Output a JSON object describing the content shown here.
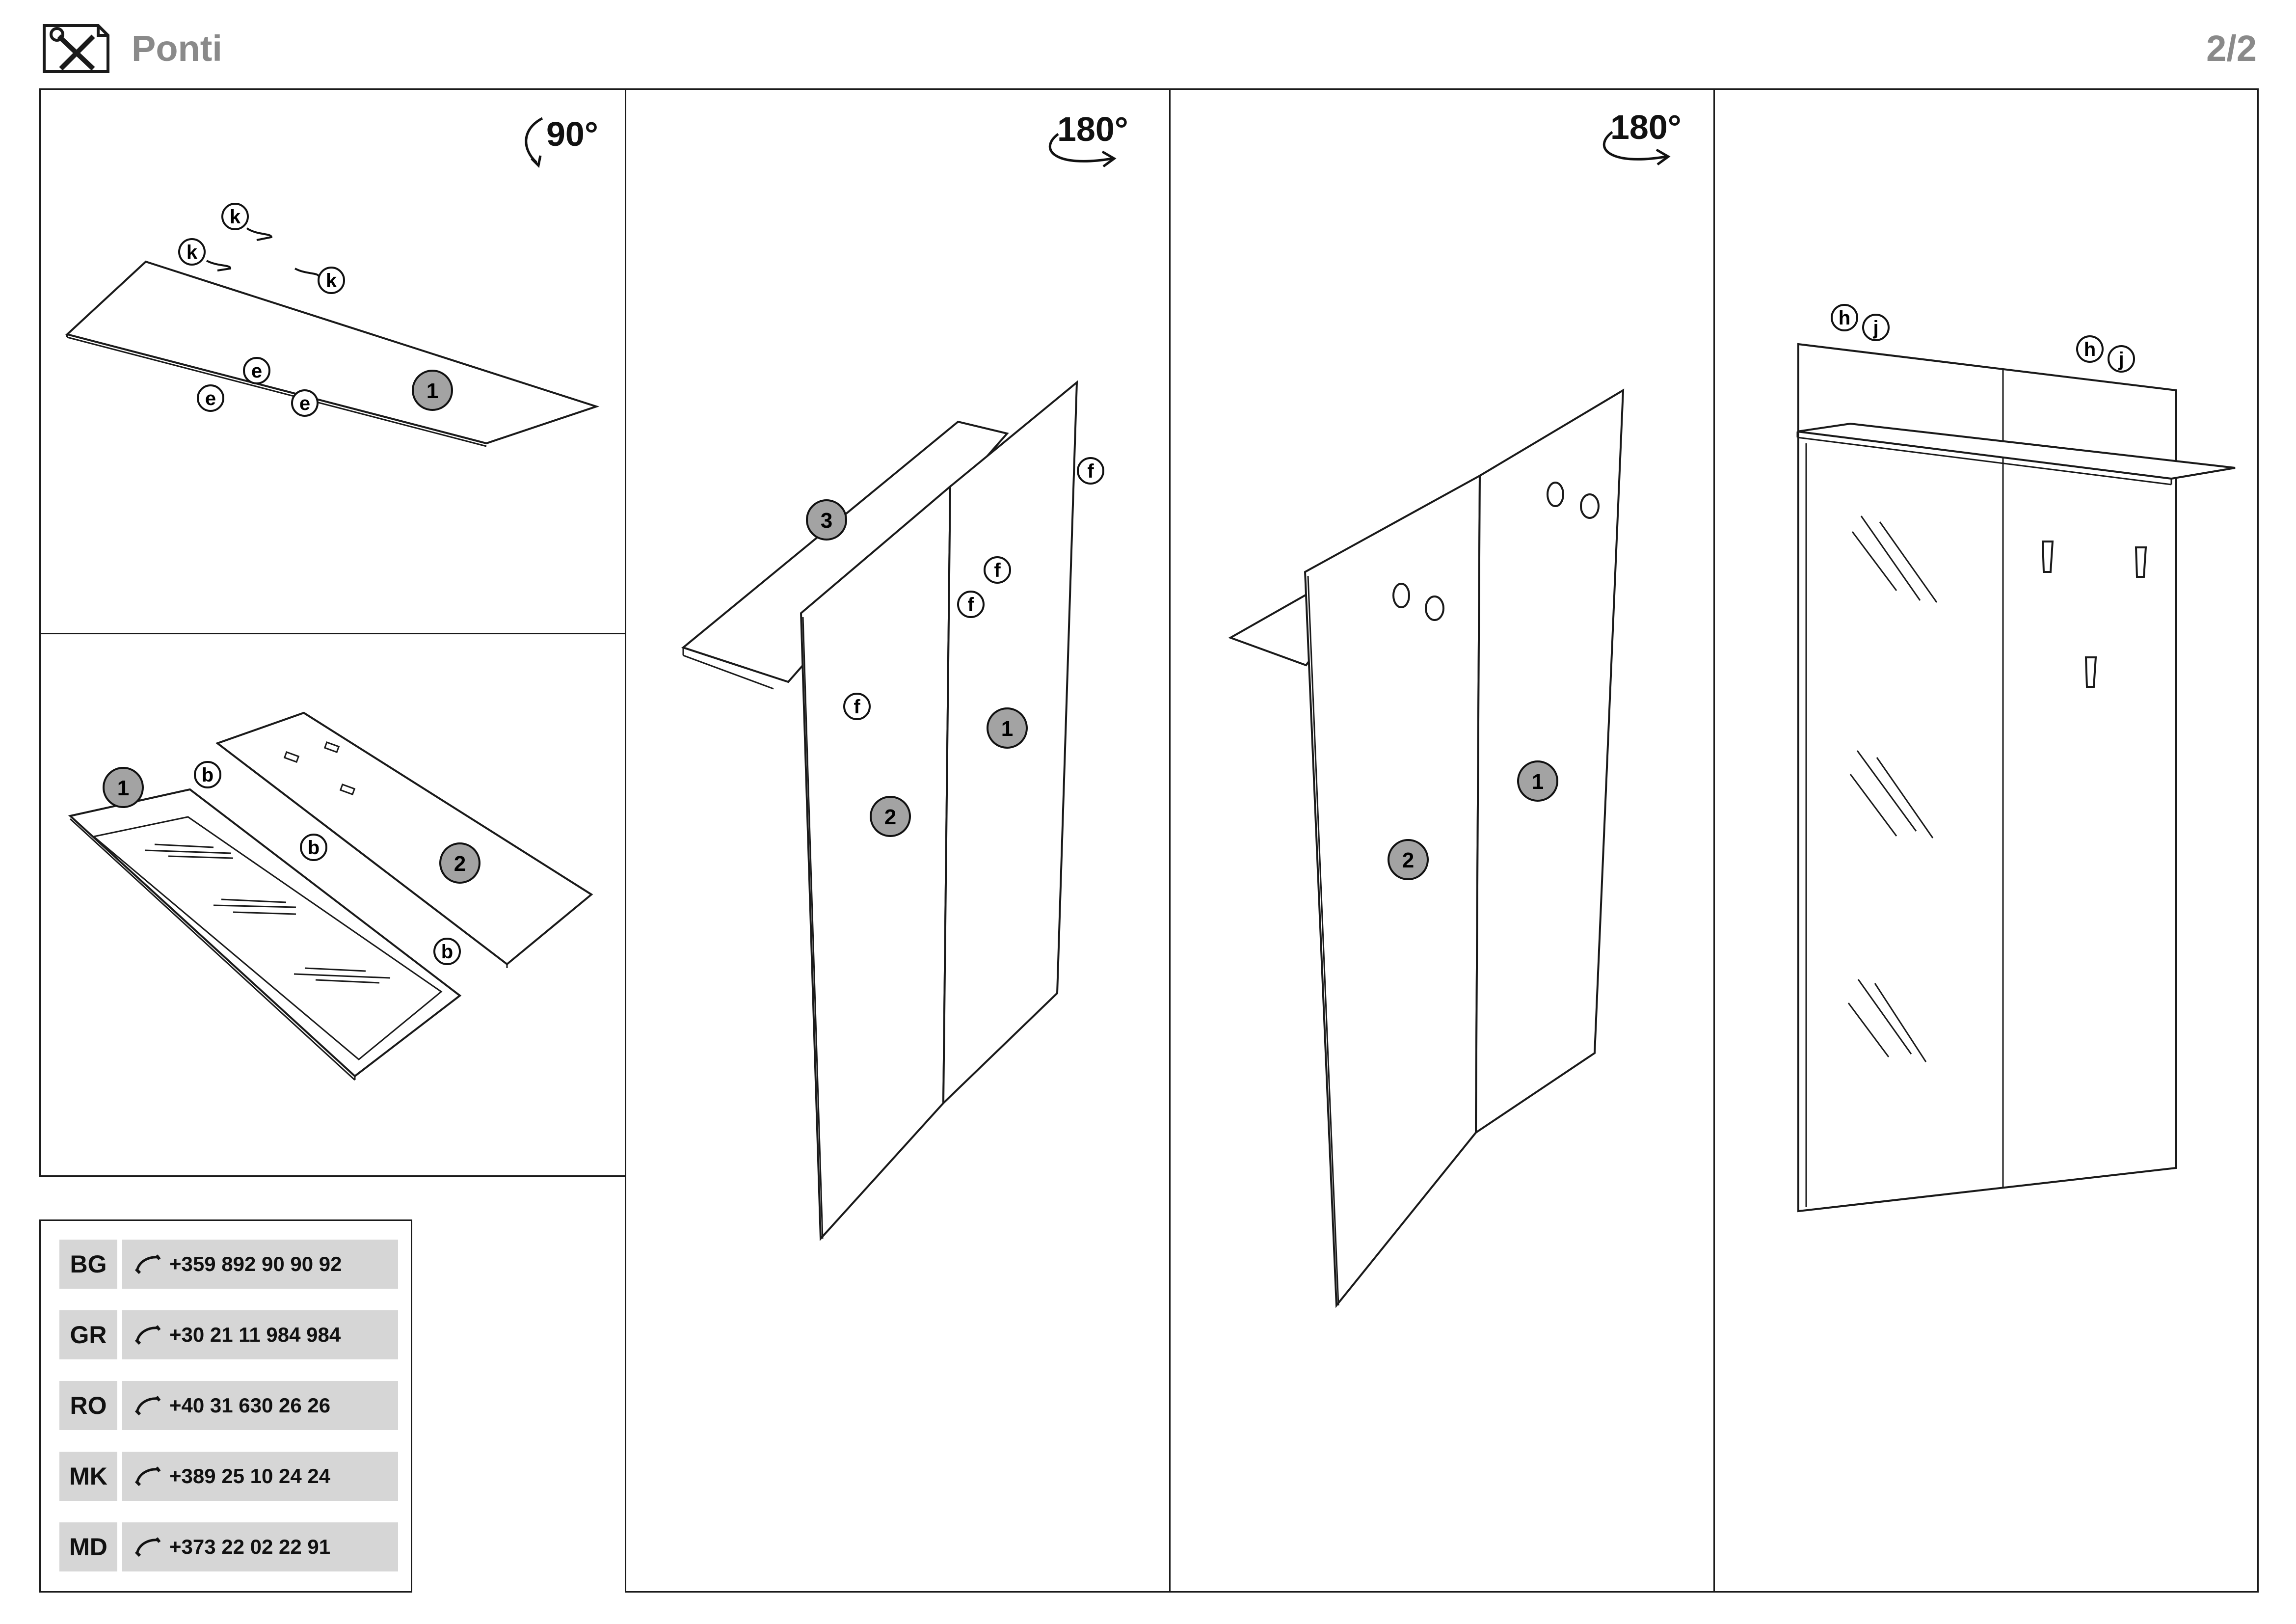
{
  "header": {
    "title": "Ponti",
    "page": "2/2",
    "icon": "tools-icon"
  },
  "steps": {
    "step_top_left": {
      "rotation": "90°",
      "labels": [
        "k",
        "k",
        "k",
        "e",
        "e",
        "e",
        "1"
      ]
    },
    "step_bottom_left": {
      "labels": [
        "1",
        "b",
        "b",
        "b",
        "2"
      ]
    },
    "step_3": {
      "rotation": "180°",
      "labels": [
        "3",
        "f",
        "f",
        "f",
        "f",
        "1",
        "2"
      ]
    },
    "step_4": {
      "rotation": "180°",
      "labels": [
        "1",
        "2"
      ]
    },
    "step_5": {
      "labels": [
        "h",
        "j",
        "h",
        "j"
      ]
    }
  },
  "contacts": [
    {
      "country": "BG",
      "phone": "+359 892 90 90 92"
    },
    {
      "country": "GR",
      "phone": "+30 21 11 984 984"
    },
    {
      "country": "RO",
      "phone": "+40 31 630 26 26"
    },
    {
      "country": "MK",
      "phone": "+389 25 10 24 24"
    },
    {
      "country": "MD",
      "phone": "+373 22 02 22 91"
    }
  ],
  "colors": {
    "line": "#1a1a1a",
    "part_badge": "#a3a3a3",
    "contact_bg": "#d6d6d6",
    "header_text": "#8a8a8a"
  }
}
